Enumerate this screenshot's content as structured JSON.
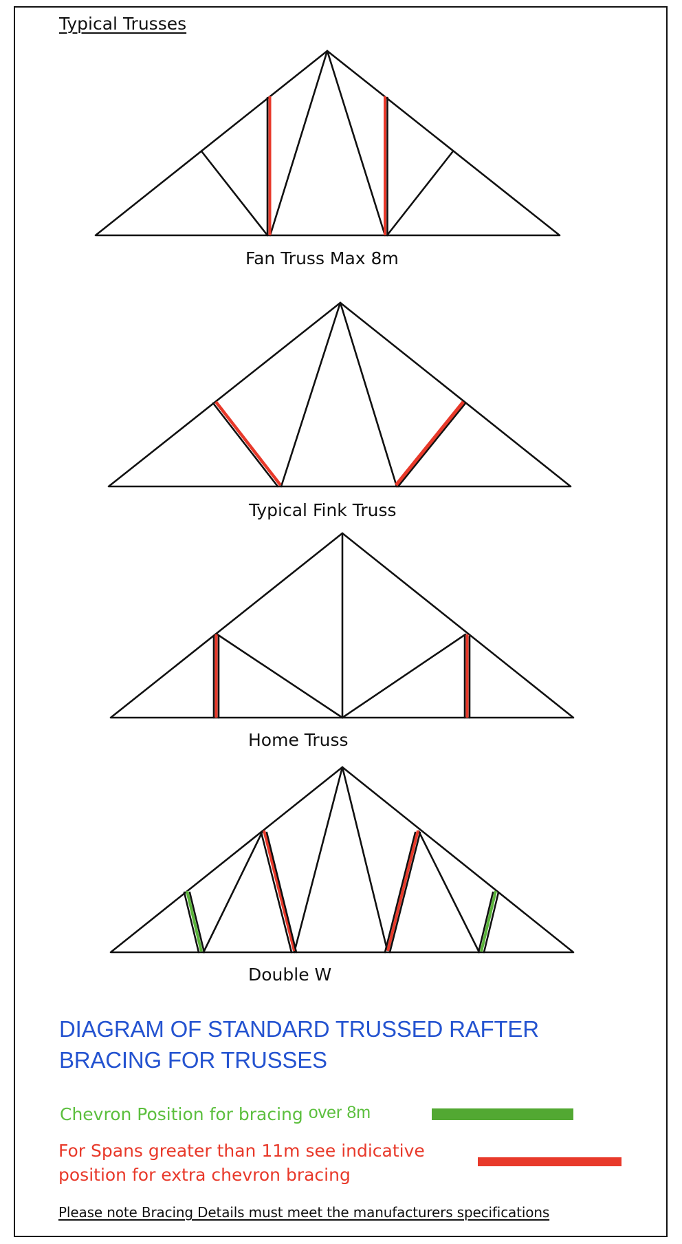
{
  "title": "Typical Trusses",
  "colors": {
    "line": "#111111",
    "red_bracing": "#e8392a",
    "green_bracing": "#5ab43a",
    "heading_blue": "#2453d0",
    "green_text": "#5cbf3e",
    "red_text": "#e8392a"
  },
  "trusses": [
    {
      "name": "fan",
      "label": "Fan Truss Max 8m"
    },
    {
      "name": "fink",
      "label": "Typical Fink Truss"
    },
    {
      "name": "home",
      "label": "Home Truss"
    },
    {
      "name": "double-w",
      "label": "Double W"
    }
  ],
  "heading": {
    "line1": "DIAGRAM OF STANDARD TRUSSED RAFTER",
    "line2": "BRACING  FOR TRUSSES"
  },
  "legend": {
    "green": {
      "text": "Chevron Position for bracing",
      "suffix": "over 8m",
      "color": "#52a832"
    },
    "red": {
      "line1": "For Spans greater than 11m see indicative",
      "line2": "position for extra chevron bracing",
      "color": "#e8392a"
    }
  },
  "note": "Please note Bracing Details must meet the manufacturers specifications"
}
